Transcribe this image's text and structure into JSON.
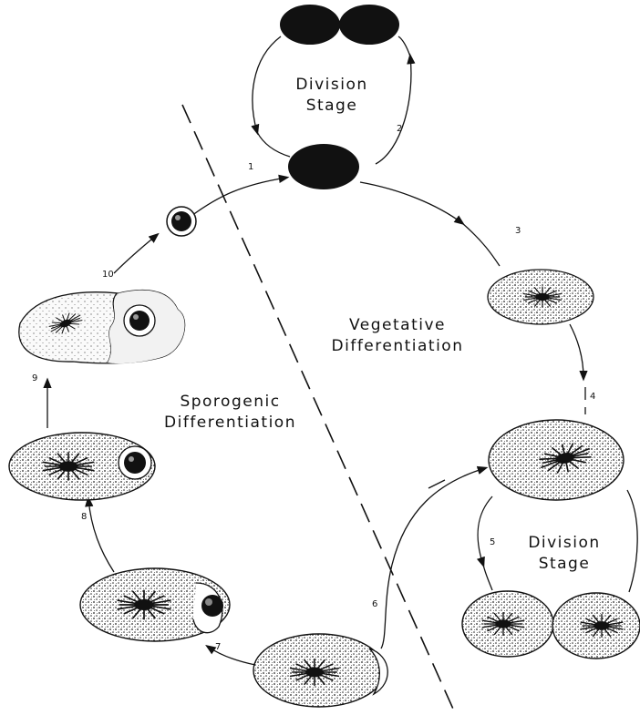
{
  "labels": {
    "division_stage_top": [
      "Division",
      "Stage"
    ],
    "division_stage_bottom": [
      "Division",
      "Stage"
    ],
    "vegetative": [
      "Vegetative",
      "Differentiation"
    ],
    "sporogenic": [
      "Sporogenic",
      "Differentiation"
    ]
  },
  "steps": [
    "1",
    "2",
    "3",
    "4",
    "5",
    "6",
    "7",
    "8",
    "9",
    "10"
  ],
  "colors": {
    "ink": "#111111",
    "cell_fill": "#e6e6e6",
    "background": "#ffffff"
  }
}
